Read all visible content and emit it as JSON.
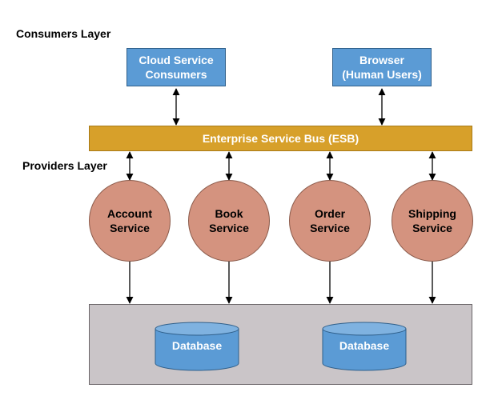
{
  "consumers_layer_label": "Consumers Layer",
  "providers_layer_label": "Providers Layer",
  "consumers": [
    {
      "line1": "Cloud Service",
      "line2": "Consumers"
    },
    {
      "line1": "Browser",
      "line2": "(Human Users)"
    }
  ],
  "esb_label": "Enterprise Service Bus (ESB)",
  "services": [
    {
      "line1": "Account",
      "line2": "Service"
    },
    {
      "line1": "Book",
      "line2": "Service"
    },
    {
      "line1": "Order",
      "line2": "Service"
    },
    {
      "line1": "Shipping",
      "line2": "Service"
    }
  ],
  "databases": [
    {
      "label": "Database"
    },
    {
      "label": "Database"
    }
  ],
  "colors": {
    "consumer_box": "#5b9bd5",
    "esb": "#d7a02a",
    "service": "#d4937f",
    "data_tier": "#cac5c8",
    "database": "#5b9bd5"
  }
}
